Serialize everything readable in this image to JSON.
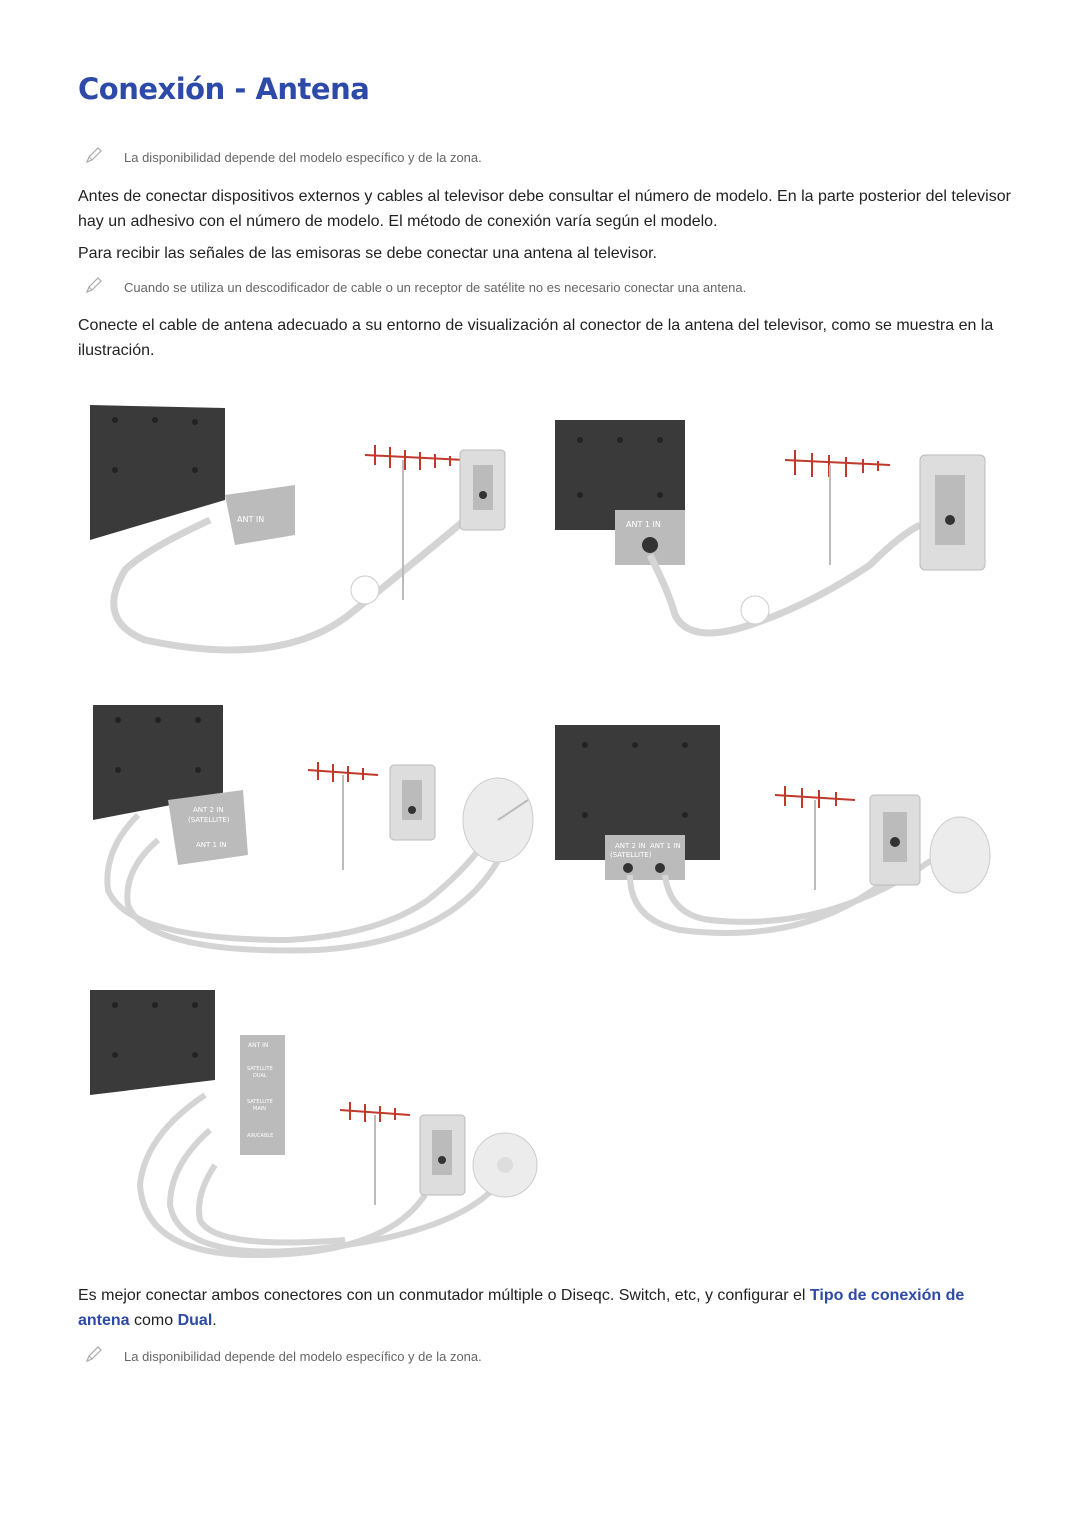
{
  "title": "Conexión - Antena",
  "notes": {
    "availability_1": "La disponibilidad depende del modelo específico y de la zona.",
    "decoder": "Cuando se utiliza un descodificador de cable o un receptor de satélite no es necesario conectar una antena.",
    "availability_2": "La disponibilidad depende del modelo específico y de la zona."
  },
  "paragraphs": {
    "p1": "Antes de conectar dispositivos externos y cables al televisor debe consultar el número de modelo. En la parte posterior del televisor hay un adhesivo con el número de modelo. El método de conexión varía según el modelo.",
    "p2": "Para recibir las señales de las emisoras se debe conectar una antena al televisor.",
    "p3": "Conecte el cable de antena adecuado a su entorno de visualización al conector de la antena del televisor, como se muestra en la ilustración.",
    "p4_start": "Es mejor conectar ambos conectores con un conmutador múltiple o Diseqc. Switch, etc, y configurar el ",
    "p4_link1": "Tipo de conexión de antena",
    "p4_mid": " como ",
    "p4_link2": "Dual",
    "p4_end": "."
  },
  "figure_labels": {
    "fig1_port": "ANT IN",
    "fig2_port": "ANT 1 IN",
    "fig3_port_a": "ANT 2 IN",
    "fig3_port_a2": "(SATELLITE)",
    "fig3_port_b": "ANT 1 IN",
    "fig4_port_a": "ANT 2 IN",
    "fig4_port_a2": "(SATELLITE)",
    "fig4_port_b": "ANT 1 IN",
    "fig5_header": "ANT IN",
    "fig5_port_a": "SATELLITE",
    "fig5_port_a2": "DUAL",
    "fig5_port_b": "SATELLITE",
    "fig5_port_b2": "MAIN",
    "fig5_port_c": "AIR/CABLE"
  },
  "colors": {
    "title": "#2d4aa8",
    "link": "#2d4aa8",
    "tv_body": "#3a3a3a",
    "cable": "#d4d4d4",
    "antenna": "#c0392b"
  }
}
